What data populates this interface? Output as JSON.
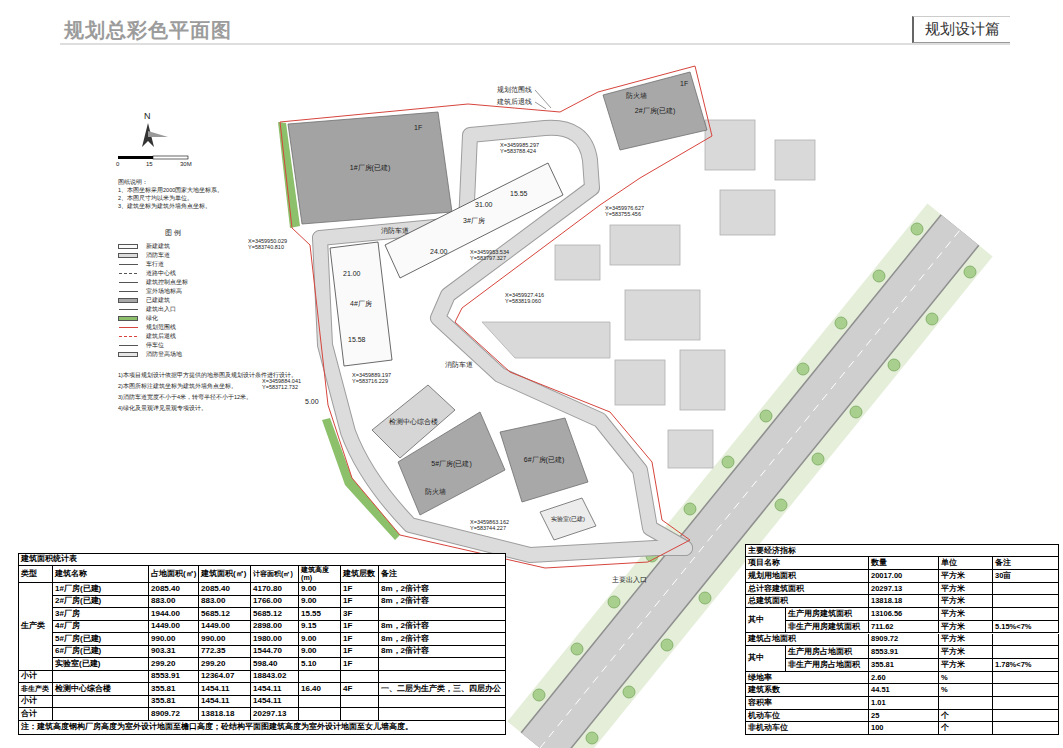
{
  "diagram": {
    "title": "规划总彩色平面图",
    "nodes": [
      {
        "text": [
          "1#厂房(已建)"
        ]
      },
      {
        "text": [
          "2#厂房(已建)"
        ]
      },
      {
        "text": [
          "3#厂房"
        ]
      },
      {
        "text": [
          "4#厂房"
        ]
      },
      {
        "text": [
          "检测中心综合楼"
        ]
      },
      {
        "text": [
          "5#厂房(已建)"
        ]
      },
      {
        "text": [
          "6#厂房(已建)"
        ]
      },
      {
        "text": [
          "实验室(已建)"
        ]
      },
      {
        "text": [
          "规划设计篇"
        ]
      }
    ],
    "labels": [
      "规划范围线",
      "建筑后退线",
      "1F",
      "防火墙",
      "1F",
      "消防车道",
      "31.00",
      "15.55",
      "24.00",
      "21.00",
      "15.58",
      "5.00",
      "消防车道",
      "防火墙",
      "X=3459985.297 Y=583788.424",
      "X=3459950.029 Y=583740.810",
      "X=3459953.534 Y=583797.327",
      "X=3459976.627 Y=583755.456",
      "X=3459927.416 Y=583819.060",
      "X=3459884.041 Y=583712.732",
      "X=3459889.197 Y=583716.229",
      "X=3459863.162 Y=583744.227",
      "主要出入口",
      "N",
      "0",
      "15",
      "30M",
      "图 例",
      "图纸说明：",
      "1、本图坐标采用2000国家大地坐标系。",
      "2、本图尺寸均以米为单位。",
      "3、建筑坐标为建筑外墙角点坐标。",
      "1)本项目规划设计依据甲方提供的地形图及规划设计条件进行设计。",
      "2)本图所标注建筑坐标为建筑外墙角点坐标。",
      "3)消防车道宽度不小于4米，转弯半径不小于12米。",
      "4)绿化及景观详见景观专项设计。",
      "建筑面积统计表",
      "类型",
      "建筑名称",
      "占地面积(㎡)",
      "建筑面积(㎡)",
      "计容面积(㎡)",
      "建筑高度(m)",
      "建筑层数",
      "备注",
      "生产类",
      "1#厂房(已建)",
      "2085.40",
      "2085.40",
      "4170.80",
      "9.00",
      "1F",
      "8m，2倍计容",
      "2#厂房(已建)",
      "883.00",
      "883.00",
      "1766.00",
      "9.00",
      "1F",
      "8m，2倍计容",
      "3#厂房",
      "1944.00",
      "5685.12",
      "5685.12",
      "15.55",
      "3F",
      "4#厂房",
      "1449.00",
      "1449.00",
      "2898.00",
      "9.15",
      "1F",
      "8m，2倍计容",
      "5#厂房(已建)",
      "990.00",
      "990.00",
      "1980.00",
      "9.00",
      "1F",
      "8m，2倍计容",
      "6#厂房(已建)",
      "903.31",
      "772.35",
      "1544.70",
      "9.00",
      "1F",
      "8m，2倍计容",
      "实验室(已建)",
      "299.20",
      "299.20",
      "598.40",
      "5.10",
      "1F",
      "小计",
      "8553.91",
      "12364.07",
      "18843.02",
      "非生产类",
      "检测中心综合楼",
      "355.81",
      "1454.11",
      "1454.11",
      "16.40",
      "4F",
      "一、二层为生产类，三、四层办公",
      "小计",
      "355.81",
      "1454.11",
      "1454.11",
      "合计",
      "8909.72",
      "13818.18",
      "20297.13",
      "注：建筑高度钢构厂房高度为室外设计地面至檐口高度；砼结构平面图建筑高度为室外设计地面至女儿墙高度。",
      "主要经济指标",
      "项目名称",
      "数量",
      "单位",
      "备注",
      "规划用地面积",
      "20017.00",
      "平方米",
      "30亩",
      "总计容建筑面积",
      "20297.13",
      "平方米",
      "总建筑面积",
      "13818.18",
      "平方米",
      "其中",
      "生产用房建筑面积",
      "13106.56",
      "平方米",
      "非生产用房建筑面积",
      "711.62",
      "平方米",
      "5.15%<7%",
      "建筑占地面积",
      "8909.72",
      "平方米",
      "其中",
      "生产用房占地面积",
      "8553.91",
      "平方米",
      "非生产用房占地面积",
      "355.81",
      "平方米",
      "1.78%<7%",
      "绿地率",
      "2.60",
      "%",
      "建筑系数",
      "44.51",
      "%",
      "容积率",
      "1.01",
      "机动车位",
      "25",
      "个",
      "非机动车位",
      "100",
      "个"
    ],
    "legend": [
      {
        "text": "新建建筑",
        "color": "#fafafa"
      },
      {
        "text": "消防车道",
        "color": "#dcdcdc"
      },
      {
        "text": "车行道"
      },
      {
        "text": "道路中心线"
      },
      {
        "text": "建筑控制点坐标"
      },
      {
        "text": "室外场地标高"
      },
      {
        "text": "已建建筑",
        "color": "#a8a8a8"
      },
      {
        "text": "建筑出入口"
      },
      {
        "text": "绿化",
        "color": "#8cc06a"
      },
      {
        "text": "规划范围线"
      },
      {
        "text": "建筑后退线"
      },
      {
        "text": "停车位"
      },
      {
        "text": "消防登高场地",
        "color": "#e6e6e6"
      }
    ]
  }
}
